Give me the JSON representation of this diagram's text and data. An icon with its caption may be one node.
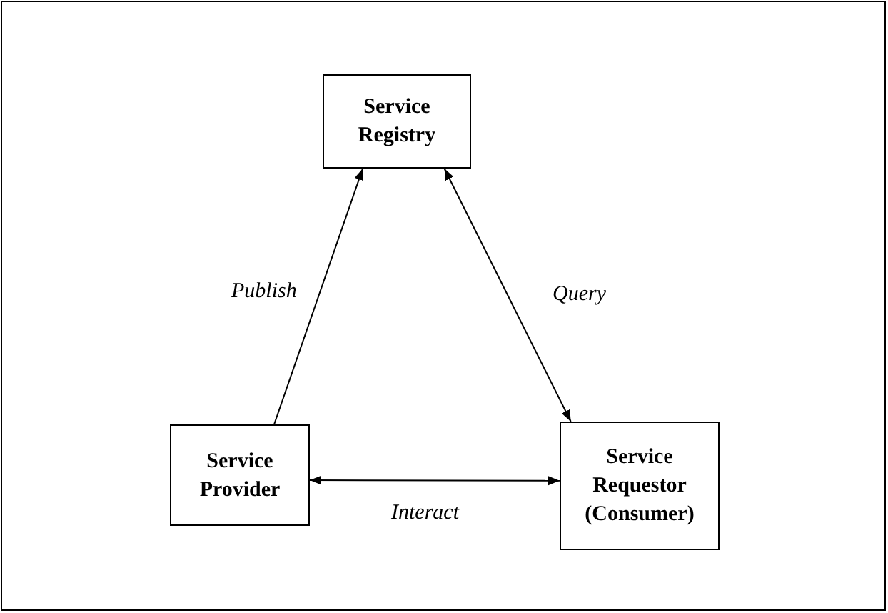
{
  "diagram": {
    "nodes": [
      {
        "text": [
          "Service Registry"
        ]
      },
      {
        "text": [
          "Service Provider"
        ]
      },
      {
        "text": [
          "Service Requestor (Consumer)"
        ]
      }
    ],
    "edges": [
      {
        "from": 1,
        "to": 0,
        "arrow": "to",
        "label": "Publish"
      },
      {
        "from": 0,
        "to": 2,
        "arrow": "both",
        "label": "Query"
      },
      {
        "from": 1,
        "to": 2,
        "arrow": "both",
        "label": "Interact"
      }
    ]
  }
}
